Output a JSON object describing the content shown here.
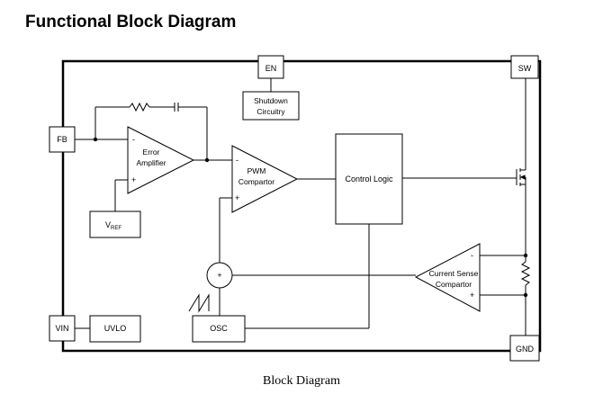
{
  "heading": "Functional Block Diagram",
  "caption": "Block Diagram",
  "pins": {
    "en": "EN",
    "sw": "SW",
    "fb": "FB",
    "vin": "VIN",
    "gnd": "GND"
  },
  "blocks": {
    "shutdown_line1": "Shutdown",
    "shutdown_line2": "Circuitry",
    "error_amp_line1": "Error",
    "error_amp_line2": "Amplifier",
    "vref_main": "V",
    "vref_sub": "REF",
    "pwm_line1": "PWM",
    "pwm_line2": "Compartor",
    "control_logic": "Control Logic",
    "current_sense_line1": "Current Sense",
    "current_sense_line2": "Compartor",
    "uvlo": "UVLO",
    "osc": "OSC",
    "summer": "+"
  },
  "signs": {
    "minus": "-",
    "plus": "+"
  }
}
